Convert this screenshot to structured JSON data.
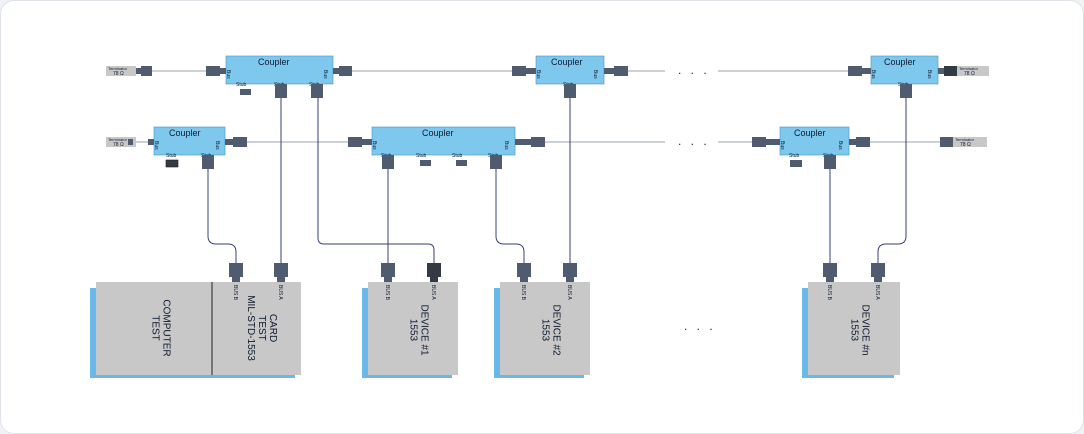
{
  "colors": {
    "coupler_fill": "#7ec8ee",
    "coupler_stroke": "#4a90c8",
    "connector": "#4f5b6e",
    "connector_dark": "#333a44",
    "box_fill": "#c8c8c8",
    "box_shadow": "#6ab8e8",
    "wire": "#3a3f7a",
    "bus_line": "#9aa3ad",
    "terminator_fill": "#c8c8c8"
  },
  "coupler_label": "Coupler",
  "stub_label": "Stub",
  "bus_label": "Bus",
  "terminator": {
    "label": "Terminator",
    "value": "78 Ω"
  },
  "ellipsis": ". . .",
  "bus_ports": {
    "a": "BUS A",
    "b": "BUS B"
  },
  "boxes": {
    "test_computer": "TEST\nCOMPUTER",
    "test_card": "MIL-STD-1553\nTEST\nCARD",
    "device1": "1553\nDEVICE #1",
    "device2": "1553\nDEVICE #2",
    "devicen": "1553\nDEVICE #n"
  }
}
